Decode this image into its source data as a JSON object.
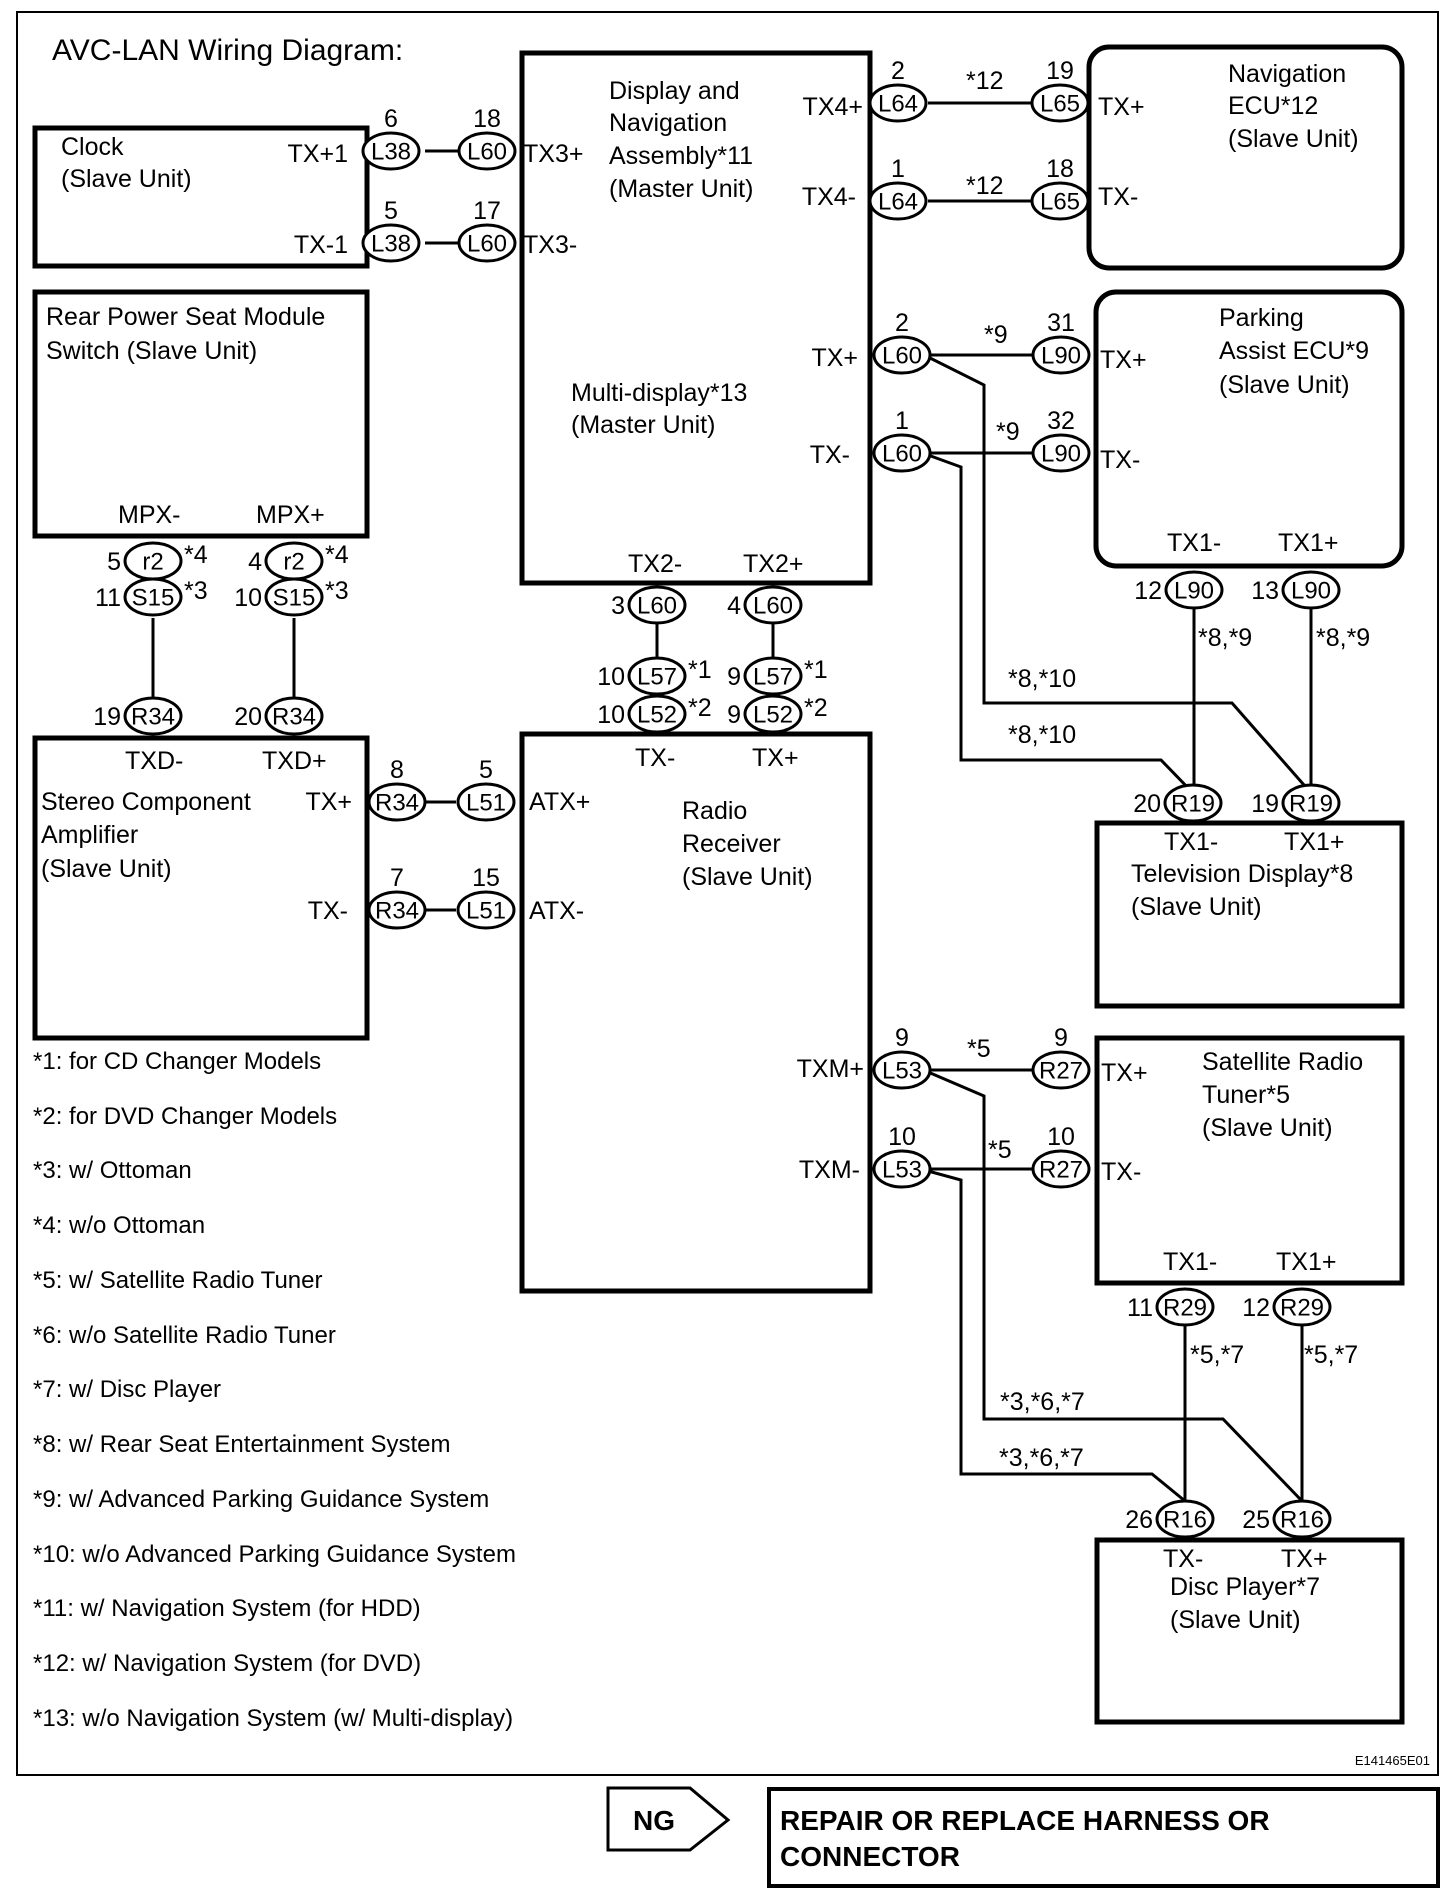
{
  "title": "AVC-LAN Wiring Diagram:",
  "figure_id": "E141465E01",
  "units": {
    "clock": {
      "lines": [
        "Clock",
        "(Slave Unit)"
      ],
      "terminals": {
        "tx_plus": "TX+1",
        "tx_minus": "TX-1"
      }
    },
    "display_nav": {
      "lines": [
        "Display and",
        "Navigation",
        "Assembly*11",
        "(Master Unit)"
      ],
      "lines2": [
        "Multi-display*13",
        "(Master Unit)"
      ],
      "terminals": {
        "tx3_plus": "TX3+",
        "tx3_minus": "TX3-",
        "tx4_plus": "TX4+",
        "tx4_minus": "TX4-",
        "tx_plus": "TX+",
        "tx_minus": "TX-",
        "tx2_minus": "TX2-",
        "tx2_plus": "TX2+"
      }
    },
    "nav_ecu": {
      "lines": [
        "Navigation",
        "ECU*12",
        "(Slave Unit)"
      ],
      "terminals": {
        "tx_plus": "TX+",
        "tx_minus": "TX-"
      }
    },
    "rear_seat": {
      "lines": [
        "Rear Power Seat Module",
        "Switch (Slave Unit)"
      ],
      "terminals": {
        "mpx_minus": "MPX-",
        "mpx_plus": "MPX+"
      }
    },
    "parking": {
      "lines": [
        "Parking",
        "Assist ECU*9",
        "(Slave Unit)"
      ],
      "terminals": {
        "tx_plus": "TX+",
        "tx_minus": "TX-",
        "tx1_minus": "TX1-",
        "tx1_plus": "TX1+"
      }
    },
    "stereo": {
      "lines": [
        "Stereo Component",
        "Amplifier",
        "(Slave Unit)"
      ],
      "terminals": {
        "txd_minus": "TXD-",
        "txd_plus": "TXD+",
        "tx_plus": "TX+",
        "tx_minus": "TX-"
      }
    },
    "radio": {
      "lines": [
        "Radio",
        "Receiver",
        "(Slave Unit)"
      ],
      "terminals": {
        "tx_minus": "TX-",
        "tx_plus": "TX+",
        "atx_plus": "ATX+",
        "atx_minus": "ATX-",
        "txm_plus": "TXM+",
        "txm_minus": "TXM-"
      }
    },
    "tv": {
      "lines": [
        "Television Display*8",
        "(Slave Unit)"
      ],
      "terminals": {
        "tx1_minus": "TX1-",
        "tx1_plus": "TX1+"
      }
    },
    "satellite": {
      "lines": [
        "Satellite Radio",
        "Tuner*5",
        "(Slave Unit)"
      ],
      "terminals": {
        "tx_plus": "TX+",
        "tx_minus": "TX-",
        "tx1_minus": "TX1-",
        "tx1_plus": "TX1+"
      }
    },
    "disc": {
      "lines": [
        "Disc Player*7",
        "(Slave Unit)"
      ],
      "terminals": {
        "tx_minus": "TX-",
        "tx_plus": "TX+"
      }
    }
  },
  "connectors": [
    {
      "id": "c1",
      "code": "L38",
      "pin": "6"
    },
    {
      "id": "c2",
      "code": "L60",
      "pin": "18"
    },
    {
      "id": "c3",
      "code": "L38",
      "pin": "5"
    },
    {
      "id": "c4",
      "code": "L60",
      "pin": "17"
    },
    {
      "id": "c5",
      "code": "L64",
      "pin": "2"
    },
    {
      "id": "c6",
      "code": "L65",
      "pin": "19"
    },
    {
      "id": "c7",
      "code": "L64",
      "pin": "1"
    },
    {
      "id": "c8",
      "code": "L65",
      "pin": "18"
    },
    {
      "id": "c9",
      "code": "L60",
      "pin": "2"
    },
    {
      "id": "c10",
      "code": "L90",
      "pin": "31"
    },
    {
      "id": "c11",
      "code": "L60",
      "pin": "1"
    },
    {
      "id": "c12",
      "code": "L90",
      "pin": "32"
    },
    {
      "id": "c13",
      "code": "r2",
      "pin": "5",
      "note": "*4"
    },
    {
      "id": "c14",
      "code": "r2",
      "pin": "4",
      "note": "*4"
    },
    {
      "id": "c15",
      "code": "S15",
      "pin": "11",
      "note": "*3"
    },
    {
      "id": "c16",
      "code": "S15",
      "pin": "10",
      "note": "*3"
    },
    {
      "id": "c17",
      "code": "L60",
      "pin": "3"
    },
    {
      "id": "c18",
      "code": "L60",
      "pin": "4"
    },
    {
      "id": "c19",
      "code": "L57",
      "pin": "10",
      "note": "*1"
    },
    {
      "id": "c20",
      "code": "L57",
      "pin": "9",
      "note": "*1"
    },
    {
      "id": "c21",
      "code": "L52",
      "pin": "10",
      "note": "*2"
    },
    {
      "id": "c22",
      "code": "L52",
      "pin": "9",
      "note": "*2"
    },
    {
      "id": "c23",
      "code": "L90",
      "pin": "12"
    },
    {
      "id": "c24",
      "code": "L90",
      "pin": "13"
    },
    {
      "id": "c25",
      "code": "R34",
      "pin": "19"
    },
    {
      "id": "c26",
      "code": "R34",
      "pin": "20"
    },
    {
      "id": "c27",
      "code": "R34",
      "pin": "8"
    },
    {
      "id": "c28",
      "code": "L51",
      "pin": "5"
    },
    {
      "id": "c29",
      "code": "R34",
      "pin": "7"
    },
    {
      "id": "c30",
      "code": "L51",
      "pin": "15"
    },
    {
      "id": "c31",
      "code": "R19",
      "pin": "20"
    },
    {
      "id": "c32",
      "code": "R19",
      "pin": "19"
    },
    {
      "id": "c33",
      "code": "L53",
      "pin": "9"
    },
    {
      "id": "c34",
      "code": "R27",
      "pin": "9"
    },
    {
      "id": "c35",
      "code": "L53",
      "pin": "10"
    },
    {
      "id": "c36",
      "code": "R27",
      "pin": "10"
    },
    {
      "id": "c37",
      "code": "R29",
      "pin": "11"
    },
    {
      "id": "c38",
      "code": "R29",
      "pin": "12"
    },
    {
      "id": "c39",
      "code": "R16",
      "pin": "26"
    },
    {
      "id": "c40",
      "code": "R16",
      "pin": "25"
    }
  ],
  "wire_notes": {
    "nav_plus": "*12",
    "nav_minus": "*12",
    "park_plus": "*9",
    "park_minus": "*9",
    "tv_a": "*8,*9",
    "tv_b": "*8,*9",
    "tv_c": "*8,*10",
    "tv_d": "*8,*10",
    "sat_plus": "*5",
    "sat_minus": "*5",
    "disc_a": "*5,*7",
    "disc_b": "*5,*7",
    "disc_c": "*3,*6,*7",
    "disc_d": "*3,*6,*7"
  },
  "footnotes": [
    "*1: for CD Changer Models",
    "*2: for DVD Changer Models",
    "*3: w/ Ottoman",
    "*4: w/o Ottoman",
    "*5: w/ Satellite Radio Tuner",
    "*6: w/o Satellite Radio Tuner",
    "*7: w/ Disc Player",
    "*8: w/ Rear Seat Entertainment System",
    "*9: w/ Advanced Parking Guidance System",
    "*10: w/o Advanced Parking Guidance System",
    "*11: w/ Navigation System (for HDD)",
    "*12: w/ Navigation System (for DVD)",
    "*13: w/o Navigation System (w/ Multi-display)"
  ],
  "result": {
    "tag": "NG",
    "action_lines": [
      "REPAIR OR REPLACE HARNESS OR",
      "CONNECTOR"
    ]
  }
}
